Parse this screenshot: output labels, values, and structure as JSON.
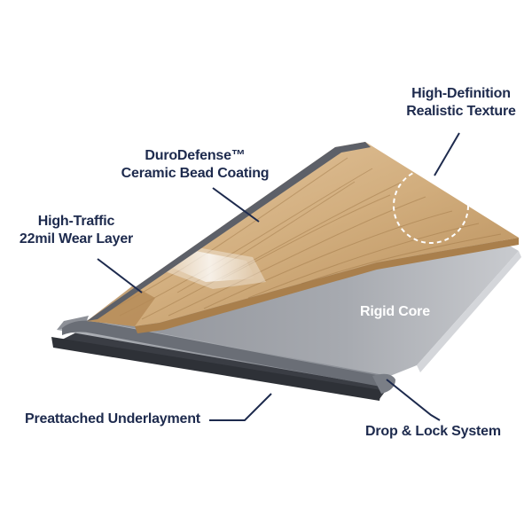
{
  "colors": {
    "label_text": "#1d2a4d",
    "rigid_core_text": "#ffffff",
    "leader_line": "#1d2a4d",
    "wood_light": "#e2c39b",
    "wood_mid": "#c9a26f",
    "wood_dark": "#a9814f",
    "core_gray": "#9a9da4",
    "core_light": "#c4c6cb",
    "core_dark": "#5f636b",
    "underlayment": "#3a3d44"
  },
  "labels": {
    "hd_texture": {
      "line1": "High-Definition",
      "line2": "Realistic Texture"
    },
    "durodefense": {
      "line1": "DuroDefense™",
      "line2": "Ceramic Bead Coating"
    },
    "wear_layer": {
      "line1": "High-Traffic",
      "line2": "22mil Wear Layer"
    },
    "rigid_core": "Rigid Core",
    "underlayment": "Preattached Underlayment",
    "drop_lock": "Drop & Lock System"
  }
}
